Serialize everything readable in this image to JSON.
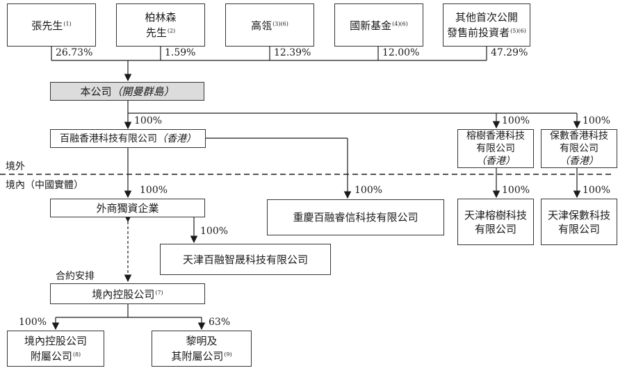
{
  "shareholders": [
    {
      "name": "張先生",
      "note": "(1)",
      "pct": "26.73%"
    },
    {
      "line1": "柏林森",
      "line2": "先生",
      "note": "(2)",
      "pct": "1.59%"
    },
    {
      "name": "高瓴",
      "note": "(3)(6)",
      "pct": "12.39%"
    },
    {
      "name": "國新基金",
      "note": "(4)(6)",
      "pct": "12.00%"
    },
    {
      "line1": "其他首次公開",
      "line2": "發售前投資者",
      "note": "(5)(6)",
      "pct": "47.29%"
    }
  ],
  "company": {
    "name": "本公司",
    "paren": "（開曼群島）"
  },
  "hk_main": {
    "name": "百融香港科技有限公司",
    "paren": "（香港）",
    "pct": "100%"
  },
  "rongshu_hk": {
    "line1": "榕樹香港科技",
    "line2": "有限公司",
    "line3": "（香港）",
    "pct": "100%"
  },
  "baoshu_hk": {
    "line1": "保數香港科技",
    "line2": "有限公司",
    "line3": "（香港）",
    "pct": "100%"
  },
  "offshore_label": "境外",
  "onshore_label": "境內（中國實體）",
  "wfoe": {
    "name": "外商獨資企業",
    "pct": "100%"
  },
  "chongqing": {
    "name": "重慶百融睿信科技有限公司",
    "pct": "100%"
  },
  "tianjin_zhisheng": {
    "name": "天津百融智晟科技有限公司",
    "pct": "100%"
  },
  "tianjin_rongshu": {
    "line1": "天津榕樹科技",
    "line2": "有限公司",
    "pct": "100%"
  },
  "tianjin_baoshu": {
    "line1": "天津保數科技",
    "line2": "有限公司",
    "pct": "100%"
  },
  "contract_label": "合約安排",
  "onshore_holdco": {
    "name": "境內控股公司",
    "note": "(7)"
  },
  "holdco_affiliates": {
    "line1": "境內控股公司",
    "line2": "附屬公司",
    "note": "(8)",
    "pct": "100%"
  },
  "liming": {
    "line1": "黎明及",
    "line2": "其附屬公司",
    "note": "(9)",
    "pct": "63%"
  }
}
